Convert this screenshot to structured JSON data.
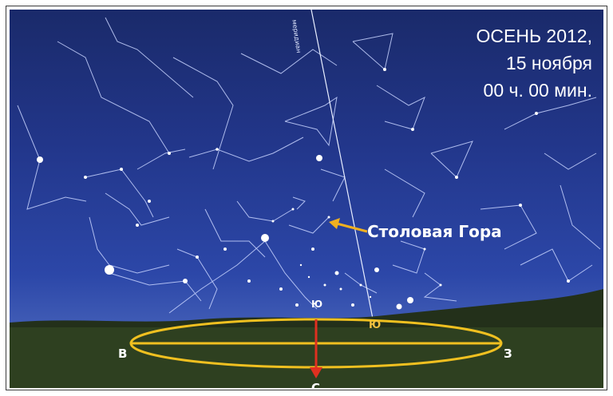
{
  "date": {
    "season_year": "ОСЕНЬ 2012,",
    "day": "15 ноября",
    "time": "00 ч. 00 мин."
  },
  "constellation_label": "Столовая Гора",
  "meridian_label": "меридиан",
  "directions": {
    "south": "С",
    "west": "В",
    "east": "З",
    "north_top": "Ю",
    "north_marker": "Ю"
  },
  "colors": {
    "sky_top": "#1a2a6a",
    "sky_bottom": "#556fb8",
    "horizon_ellipse": "#f0c020",
    "arrow_red": "#e03020",
    "pointer_arrow": "#f0b020",
    "ground": "#2c3a1c"
  }
}
